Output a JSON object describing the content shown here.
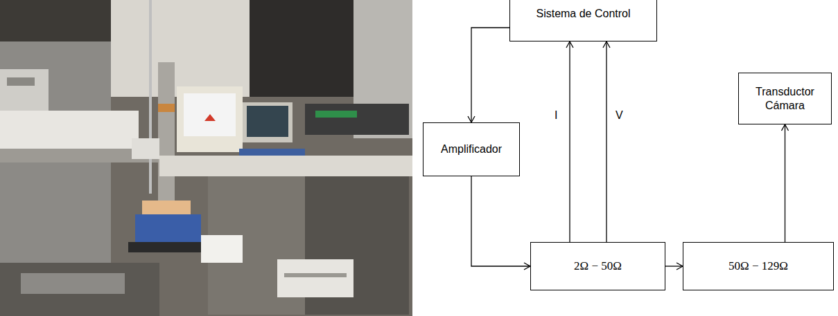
{
  "diagram": {
    "nodes": [
      {
        "text": [
          "Sistema de Control"
        ]
      },
      {
        "text": [
          "Transductor Cámara"
        ]
      },
      {
        "text": [
          "Amplificador"
        ]
      },
      {
        "text": [
          "2Ω − 50Ω"
        ]
      },
      {
        "text": [
          "50Ω − 129Ω"
        ]
      }
    ],
    "edges": [
      {
        "from": 0,
        "to": 2,
        "arrow": "to"
      },
      {
        "from": 2,
        "to": 3,
        "arrow": "to"
      },
      {
        "from": 3,
        "to": 0,
        "label": "I",
        "arrow": "to"
      },
      {
        "from": 3,
        "to": 0,
        "label": "V",
        "arrow": "to"
      },
      {
        "from": 3,
        "to": 4,
        "arrow": "to"
      },
      {
        "from": 4,
        "to": 1,
        "arrow": "to"
      }
    ]
  }
}
